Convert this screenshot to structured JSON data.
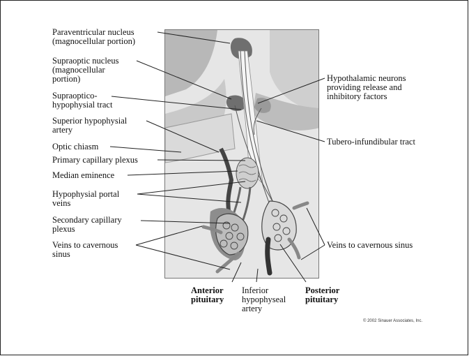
{
  "labels": {
    "paraventricular": "Paraventricular nucleus\n(magnocellular portion)",
    "supraoptic": "Supraoptic nucleus\n(magnocellular\nportion)",
    "supraoptico_tract": "Supraoptico-\nhypophysial tract",
    "superior_artery": "Superior hypophysial\nartery",
    "optic_chiasm": "Optic chiasm",
    "primary_plexus": "Primary capillary plexus",
    "median_eminence": "Median eminence",
    "portal_veins": "Hypophysial portal\nveins",
    "secondary_plexus": "Secondary capillary\nplexus",
    "veins_left": "Veins to cavernous\nsinus",
    "hypothalamic_neurons": "Hypothalamic neurons\nproviding release and\ninhibitory factors",
    "tubero_tract": "Tubero-infundibular tract",
    "veins_right": "Veins to cavernous sinus",
    "anterior": "Anterior\npituitary",
    "inferior_artery": "Inferior\nhypophyseal\nartery",
    "posterior": "Posterior\npituitary"
  },
  "copyright": "© 2002 Sinauer Associates, Inc."
}
